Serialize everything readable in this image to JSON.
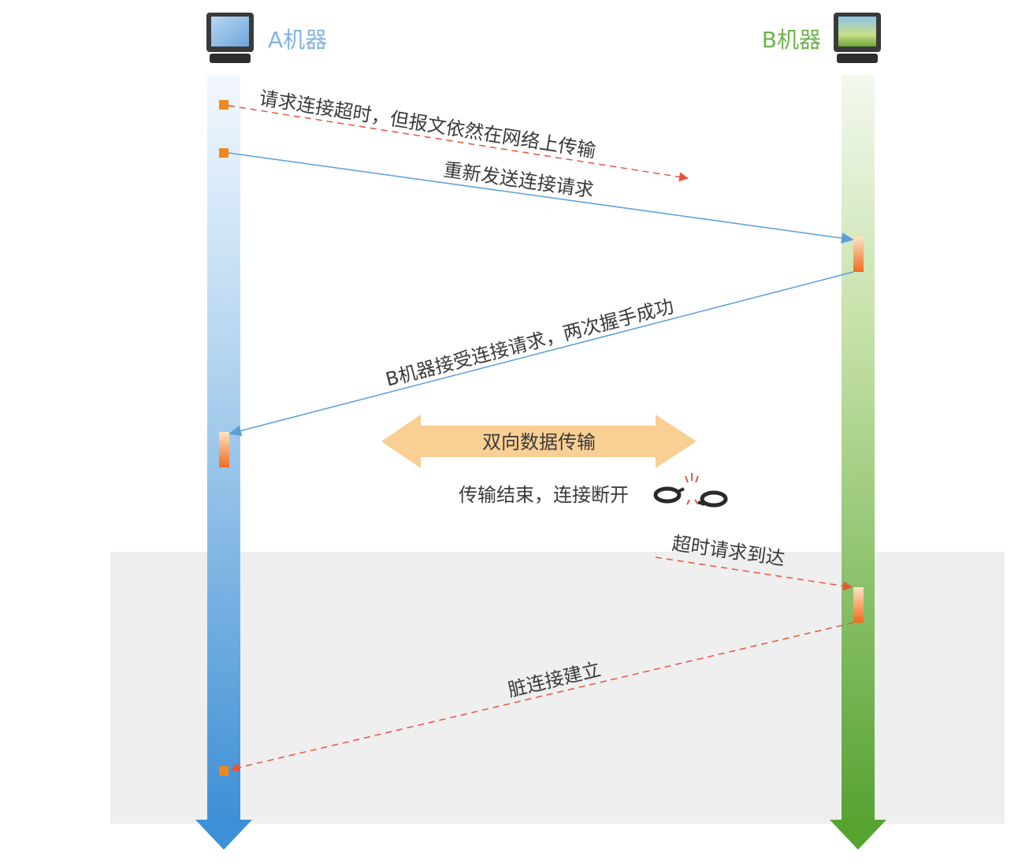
{
  "machines": {
    "a": {
      "name": "A机器",
      "color": "#7fb4de"
    },
    "b": {
      "name": "B机器",
      "color": "#6fb04a"
    }
  },
  "messages": {
    "timeout_request": "请求连接超时，但报文依然在网络上传输",
    "resend_request": "重新发送连接请求",
    "accept": "B机器接受连接请求，两次握手成功",
    "transfer": "双向数据传输",
    "close": "传输结束，连接断开",
    "late_arrival": "超时请求到达",
    "dirty_connection": "脏连接建立"
  },
  "colors": {
    "dashed_arrow": "#e8553a",
    "solid_arrow": "#5b9fd8",
    "marker": "#f0881e",
    "transfer_arrow": "#f9cf93"
  },
  "icons": {
    "monitor": "monitor-icon",
    "broken_chain": "broken-chain-icon"
  }
}
